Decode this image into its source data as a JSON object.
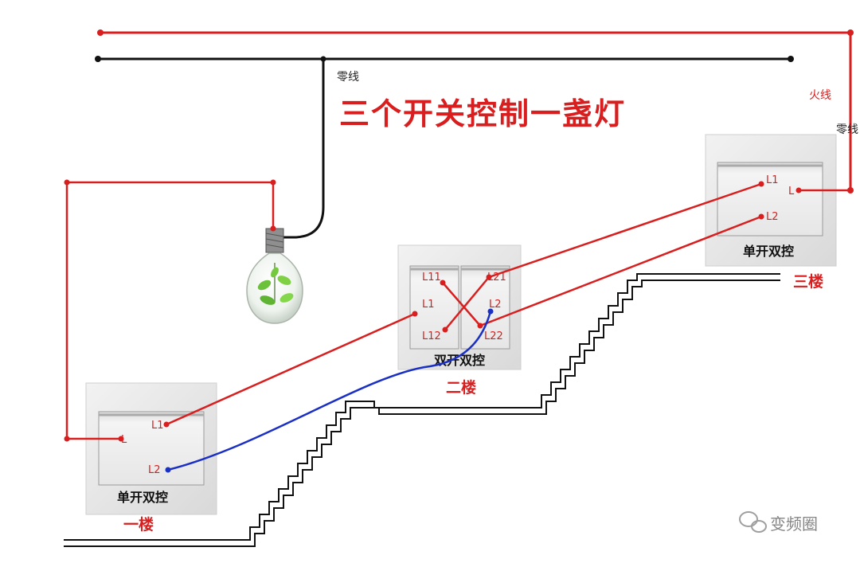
{
  "title": "三个开关控制一盏灯",
  "wire_labels": {
    "neutral": "零线",
    "live": "火线",
    "neutral_right": "零线"
  },
  "switches": {
    "floor1": {
      "type": "单开双控",
      "floor": "一楼",
      "terminals": {
        "l": "L",
        "l1": "L1",
        "l2": "L2"
      }
    },
    "floor2": {
      "type": "双开双控",
      "floor": "二楼",
      "terminals": {
        "l11": "L11",
        "l21": "L21",
        "l1": "L1",
        "l2": "L2",
        "l12": "L12",
        "l22": "L22"
      }
    },
    "floor3": {
      "type": "单开双控",
      "floor": "三楼",
      "terminals": {
        "l1": "L1",
        "l": "L",
        "l2": "L2"
      }
    }
  },
  "watermark": "变频圈",
  "colors": {
    "live": "#d81e1e",
    "neutral": "#111111",
    "traveler_blue": "#1a2fc4",
    "title": "#d81e1e"
  },
  "icons": {
    "bulb": "light-bulb-icon",
    "watermark": "wechat-icon"
  }
}
